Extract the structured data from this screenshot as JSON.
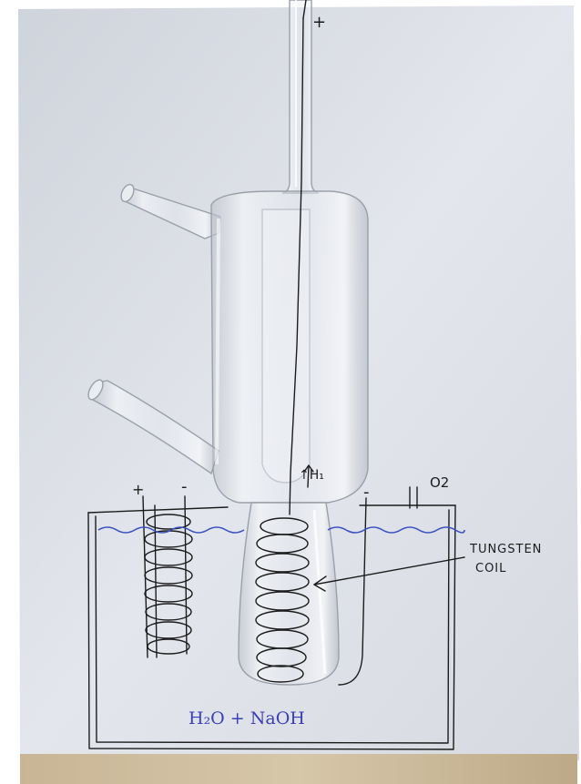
{
  "photo": {
    "labels": {
      "top_plus": "+",
      "coil_left_plus": "+",
      "coil_left_minus": "-",
      "right_minus": "-",
      "h_arrow": "↑H₁",
      "o2": "O2",
      "tungsten": "TUNGSTEN",
      "coil": "COIL",
      "solution": "H₂O + NaOH"
    },
    "colors": {
      "paper": "#dcdfe6",
      "ink": "#1c1c1c",
      "water_line": "#3a4fc0",
      "solution_text": "#3a3fb5",
      "wood": "#c9b99a"
    }
  }
}
